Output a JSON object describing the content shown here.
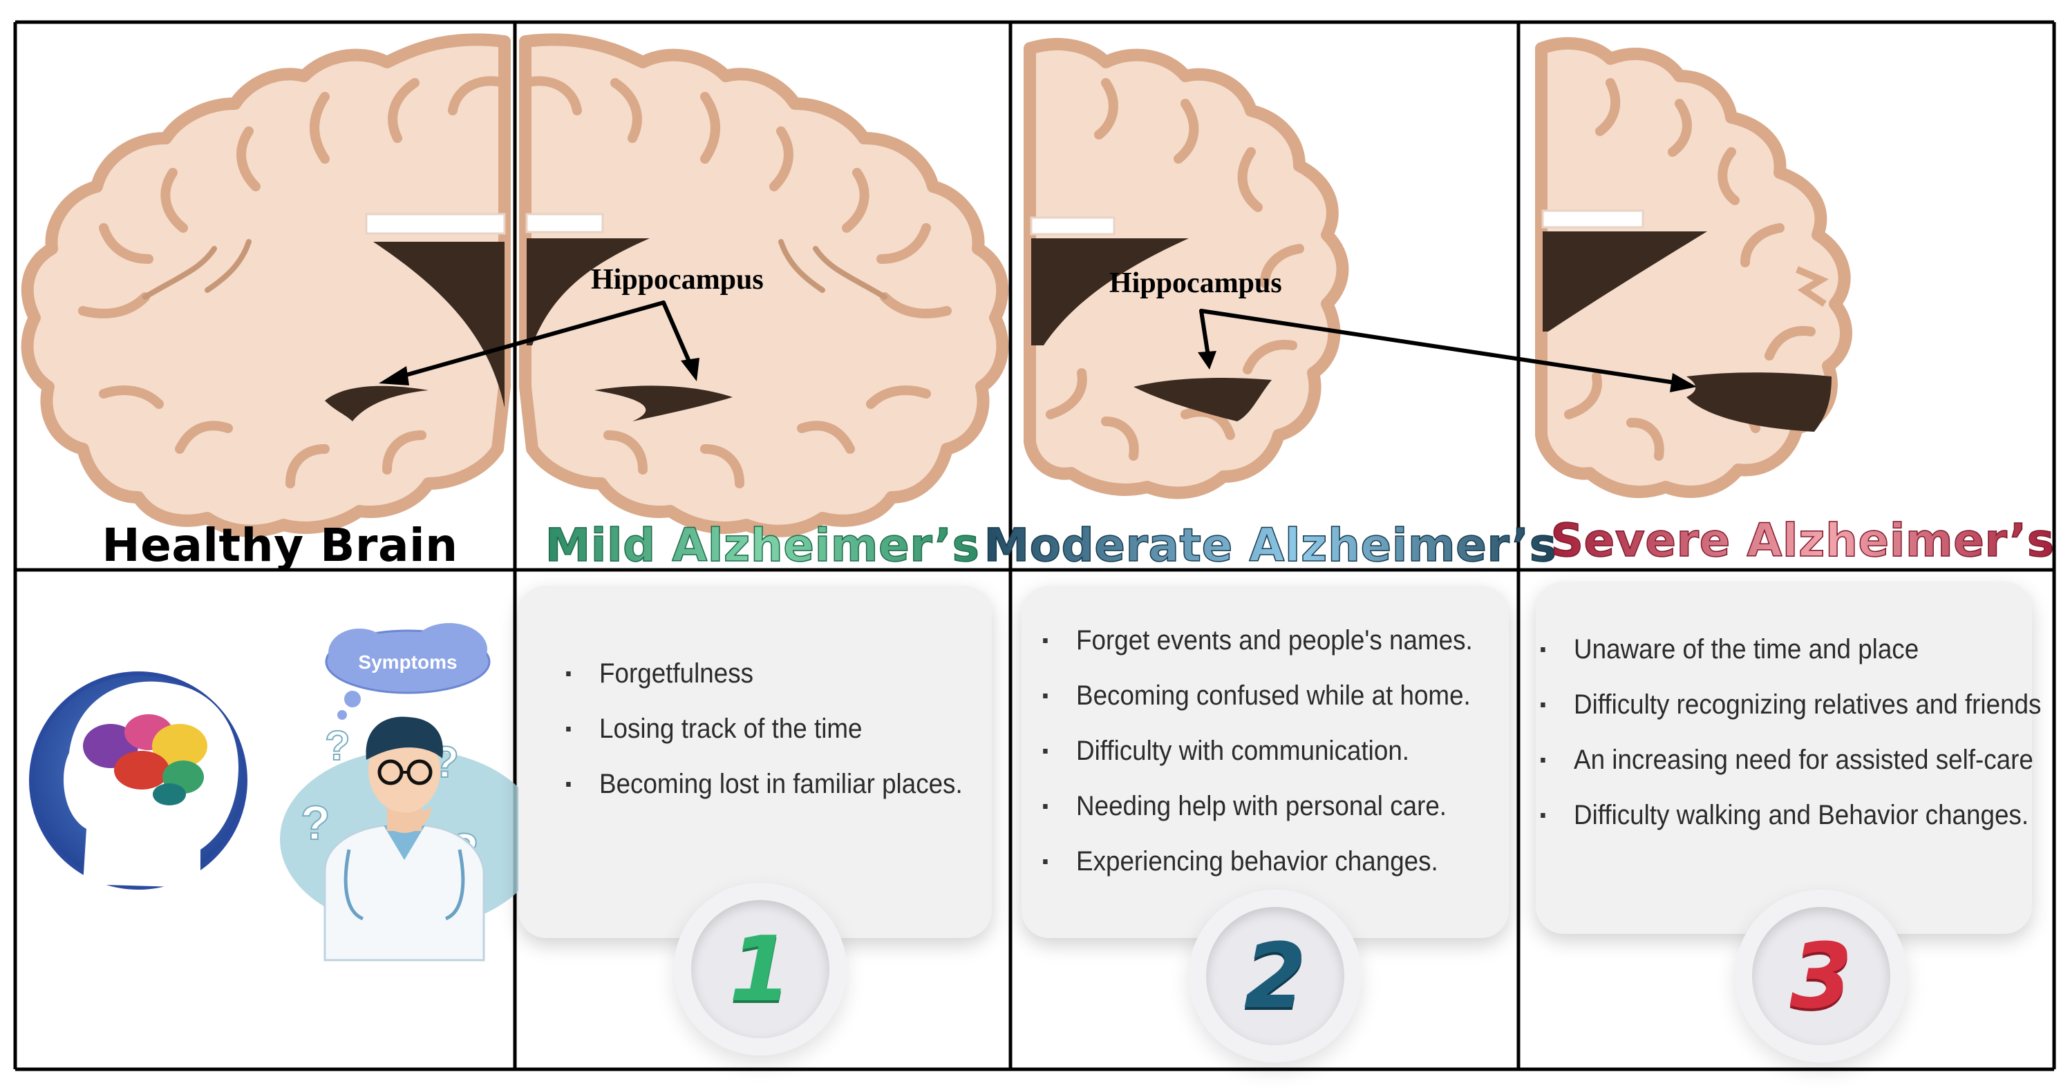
{
  "labels": {
    "hippocampus_left": "Hippocampus",
    "hippocampus_right": "Hippocampus",
    "symptoms_bubble": "Symptoms"
  },
  "stages": [
    {
      "title": "Healthy Brain",
      "color": "#000000"
    },
    {
      "title": "Mild Alzheimer’s",
      "color": "#3fae7a",
      "number": "1",
      "symptoms": [
        "Forgetfulness",
        "Losing track of the time",
        "Becoming lost in familiar places."
      ]
    },
    {
      "title": "Moderate Alzheimer’s",
      "color": "#2f6f8f",
      "number": "2",
      "symptoms": [
        "Forget events and people's names.",
        "Becoming confused while at home.",
        "Difficulty with communication.",
        "Needing help with personal care.",
        "Experiencing behavior changes."
      ]
    },
    {
      "title": "Severe Alzheimer’s",
      "color": "#c0394b",
      "number": "3",
      "symptoms": [
        "Unaware of the time and place",
        "Difficulty recognizing relatives and friends",
        "An increasing need for assisted self-care",
        "Difficulty walking and Behavior changes."
      ]
    }
  ],
  "colors": {
    "brain_fill": "#f5dccb",
    "brain_outline": "#d9a98a",
    "hippocampus": "#3b2a20",
    "grid": "#000000"
  }
}
